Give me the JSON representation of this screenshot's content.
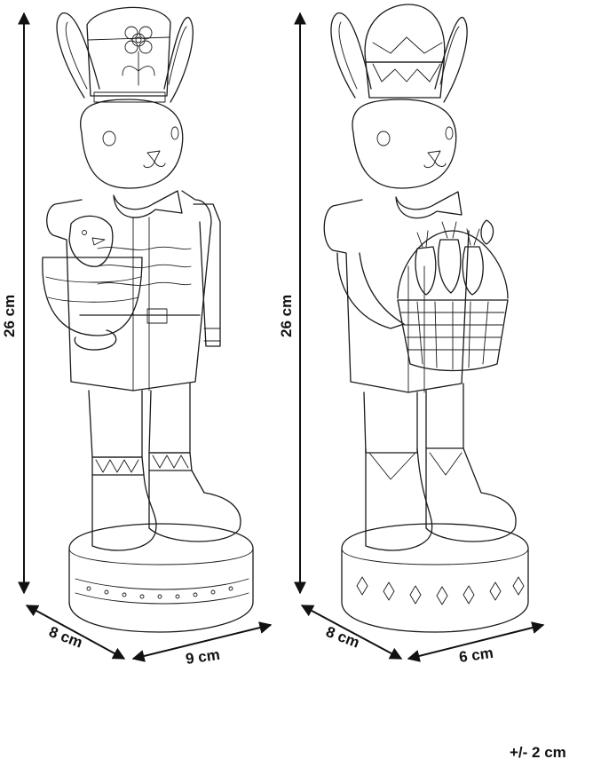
{
  "figures": [
    {
      "name": "bunny-nutcracker-with-chick-egg",
      "dimensions": {
        "height": "26 cm",
        "depth": "8 cm",
        "width": "9 cm"
      }
    },
    {
      "name": "bunny-nutcracker-with-carrot-basket",
      "dimensions": {
        "height": "26 cm",
        "depth": "8 cm",
        "width": "6 cm"
      }
    }
  ],
  "tolerance": "+/- 2 cm",
  "colors": {
    "line": "#1a1a1a",
    "background": "#ffffff"
  }
}
